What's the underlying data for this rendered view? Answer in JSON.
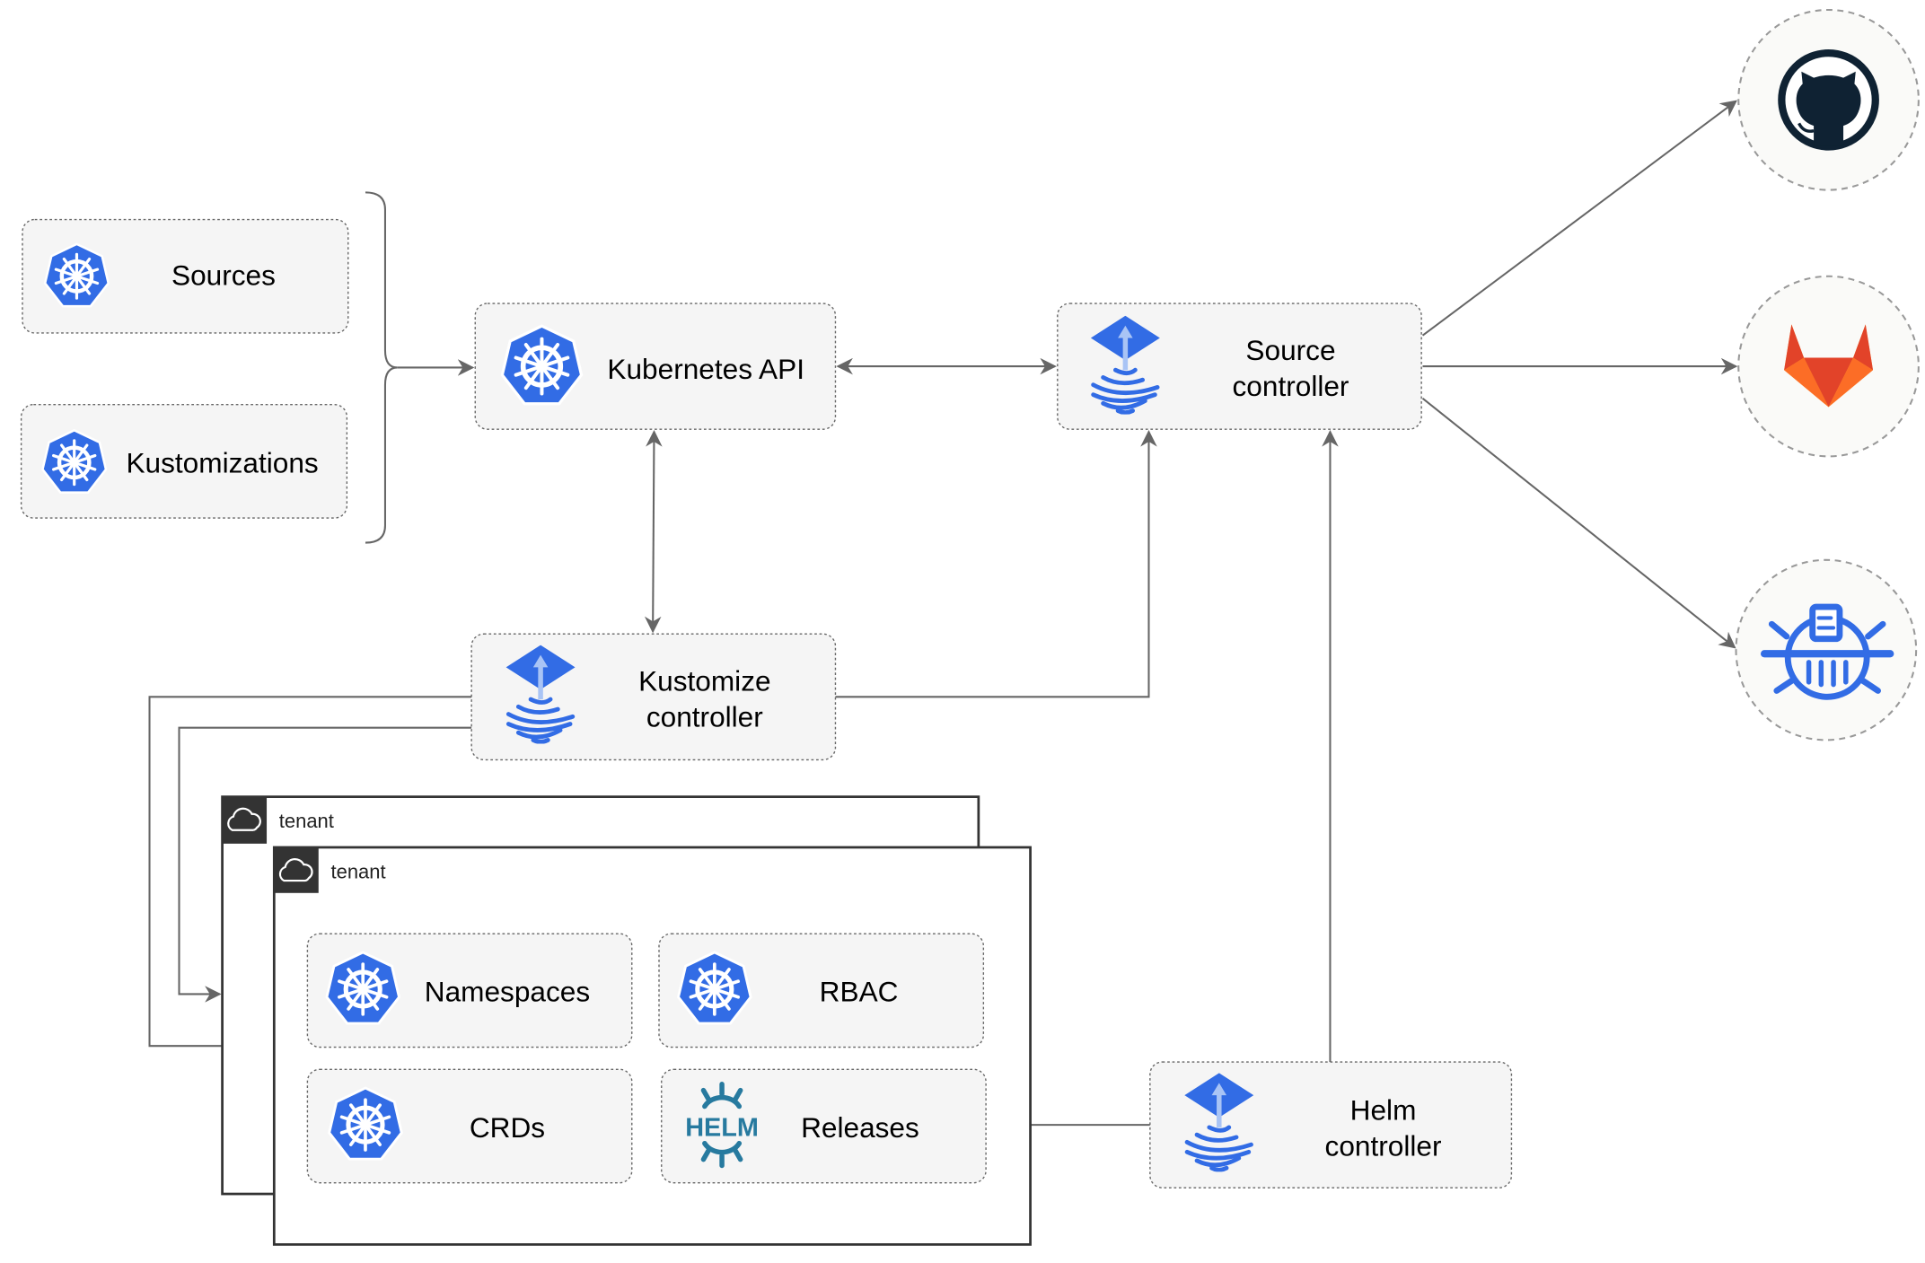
{
  "nodes": {
    "sources": "Sources",
    "kustomizations": "Kustomizations",
    "kubernetes_api": "Kubernetes API",
    "source_controller": [
      "Source",
      "controller"
    ],
    "kustomize_controller": [
      "Kustomize",
      "controller"
    ],
    "helm_controller": [
      "Helm",
      "controller"
    ],
    "namespaces": "Namespaces",
    "rbac": "RBAC",
    "crds": "CRDs",
    "releases": "Releases"
  },
  "tenants": [
    "tenant",
    "tenant"
  ],
  "icons": {
    "helm_logo_text": "HELM",
    "kubernetes": "kubernetes-icon",
    "flux": "flux-icon",
    "github": "github-icon",
    "gitlab": "gitlab-icon",
    "oci": "oci-registry-icon",
    "cloud": "cloud-icon"
  },
  "colors": {
    "kubernetes_blue": "#326ce5",
    "helm_teal": "#277a9f",
    "github_dark": "#0f2233",
    "gitlab_orange": "#e24329",
    "edge": "#666666"
  }
}
